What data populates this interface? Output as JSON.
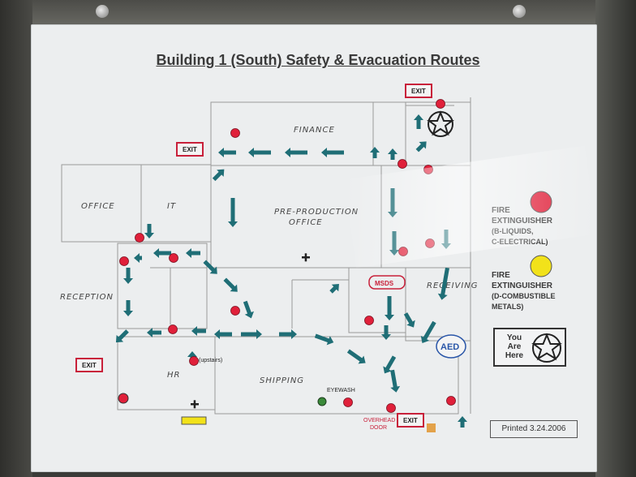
{
  "title": "Building 1 (South) Safety & Evacuation Routes",
  "rooms": {
    "finance": "FINANCE",
    "office": "OFFICE",
    "it": "IT",
    "preproduction_line1": "PRE-PRODUCTION",
    "preproduction_line2": "OFFICE",
    "reception": "RECEPTION",
    "receiving": "RECEIVING",
    "hr": "HR",
    "shipping": "SHIPPING"
  },
  "exits": {
    "label": "EXIT"
  },
  "labels": {
    "msds": "MSDS",
    "aed": "AED",
    "upstairs": "(upstairs)",
    "eyewash": "EYEWASH",
    "overhead_line1": "OVERHEAD",
    "overhead_line2": "DOOR"
  },
  "legend": {
    "fire_ext_1": {
      "line1": "FIRE",
      "line2": "EXTINGUISHER",
      "line3": "(B-LIQUIDS,",
      "line4": "C-ELECTRICAL)",
      "color": "#e0203a"
    },
    "fire_ext_2": {
      "line1": "FIRE",
      "line2": "EXTINGUISHER",
      "line3": "(D-COMBUSTIBLE",
      "line4": "METALS)",
      "color": "#f2e21a"
    },
    "you_are_here": {
      "line1": "You",
      "line2": "Are",
      "line3": "Here"
    }
  },
  "printed": "Printed 3.24.2006",
  "colors": {
    "arrow": "#1f6e76",
    "extinguisher": "#e0203a",
    "exit_border": "#c8203a",
    "walls": "#9a9a9a",
    "aed": "#2a56a8",
    "msds": "#c8203a"
  }
}
